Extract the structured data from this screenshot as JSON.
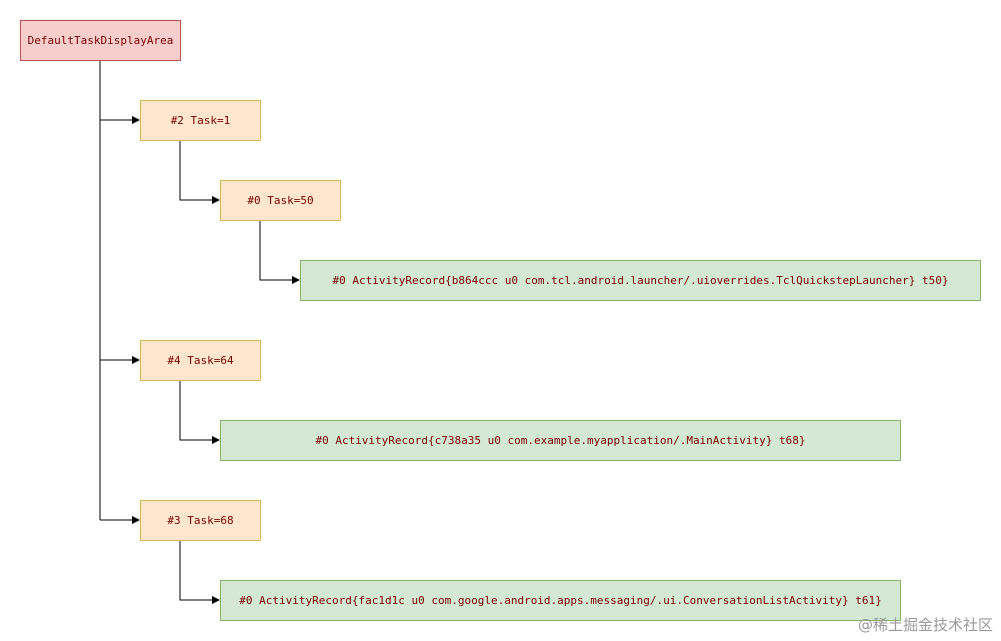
{
  "nodes": {
    "root": "DefaultTaskDisplayArea",
    "task_2": "#2 Task=1",
    "task_2_child": "#0 Task=50",
    "activity_launcher": "#0 ActivityRecord{b864ccc u0 com.tcl.android.launcher/.uioverrides.TclQuickstepLauncher} t50}",
    "task_4": "#4 Task=64",
    "activity_main": "#0 ActivityRecord{c738a35 u0 com.example.myapplication/.MainActivity} t68}",
    "task_3": "#3 Task=68",
    "activity_messaging": "#0 ActivityRecord{fac1d1c u0 com.google.android.apps.messaging/.ui.ConversationListActivity} t61}"
  },
  "colors": {
    "root_fill": "#f8cecc",
    "task_fill": "#ffe6cc",
    "activity_fill": "#d5e8d4",
    "text": "#7a0000",
    "connector": "#000000"
  },
  "watermark": "@稀土掘金技术社区"
}
